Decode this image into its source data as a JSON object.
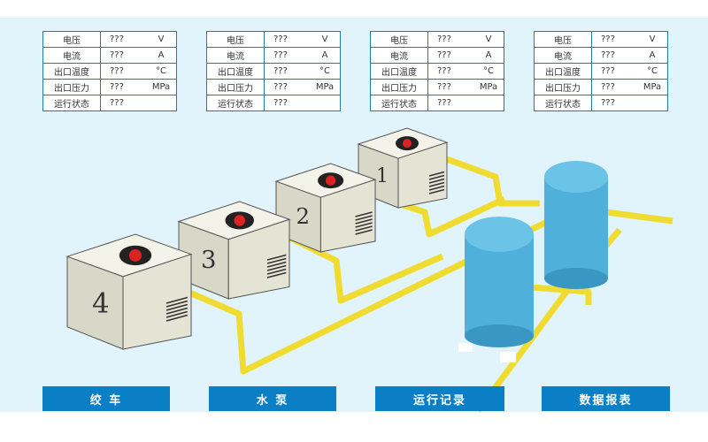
{
  "tables": [
    {
      "rows": [
        {
          "label": "电压",
          "value": "???",
          "unit": "V"
        },
        {
          "label": "电流",
          "value": "???",
          "unit": "A"
        },
        {
          "label": "出口温度",
          "value": "???",
          "unit": "°C"
        },
        {
          "label": "出口压力",
          "value": "???",
          "unit": "MPa"
        },
        {
          "label": "运行状态",
          "value": "???",
          "unit": ""
        }
      ]
    },
    {
      "rows": [
        {
          "label": "电压",
          "value": "???",
          "unit": "V"
        },
        {
          "label": "电流",
          "value": "???",
          "unit": "A"
        },
        {
          "label": "出口温度",
          "value": "???",
          "unit": "°C"
        },
        {
          "label": "出口压力",
          "value": "???",
          "unit": "MPa"
        },
        {
          "label": "运行状态",
          "value": "???",
          "unit": ""
        }
      ]
    },
    {
      "rows": [
        {
          "label": "电压",
          "value": "???",
          "unit": "V"
        },
        {
          "label": "电流",
          "value": "???",
          "unit": "A"
        },
        {
          "label": "出口温度",
          "value": "???",
          "unit": "°C"
        },
        {
          "label": "出口压力",
          "value": "???",
          "unit": "MPa"
        },
        {
          "label": "运行状态",
          "value": "???",
          "unit": ""
        }
      ]
    },
    {
      "rows": [
        {
          "label": "电压",
          "value": "???",
          "unit": "V"
        },
        {
          "label": "电流",
          "value": "???",
          "unit": "A"
        },
        {
          "label": "出口温度",
          "value": "???",
          "unit": "°C"
        },
        {
          "label": "出口压力",
          "value": "???",
          "unit": "MPa"
        },
        {
          "label": "运行状态",
          "value": "???",
          "unit": ""
        }
      ]
    }
  ],
  "machines": [
    "1",
    "2",
    "3",
    "4"
  ],
  "buttons": [
    "绞 车",
    "水 泵",
    "运行记录",
    "数据报表"
  ],
  "colors": {
    "background": "#e1f3fb",
    "button": "#0a7fc6",
    "pipe": "#f2e33a",
    "tank": "#4fb0dc",
    "border": "#1b7fa8"
  }
}
